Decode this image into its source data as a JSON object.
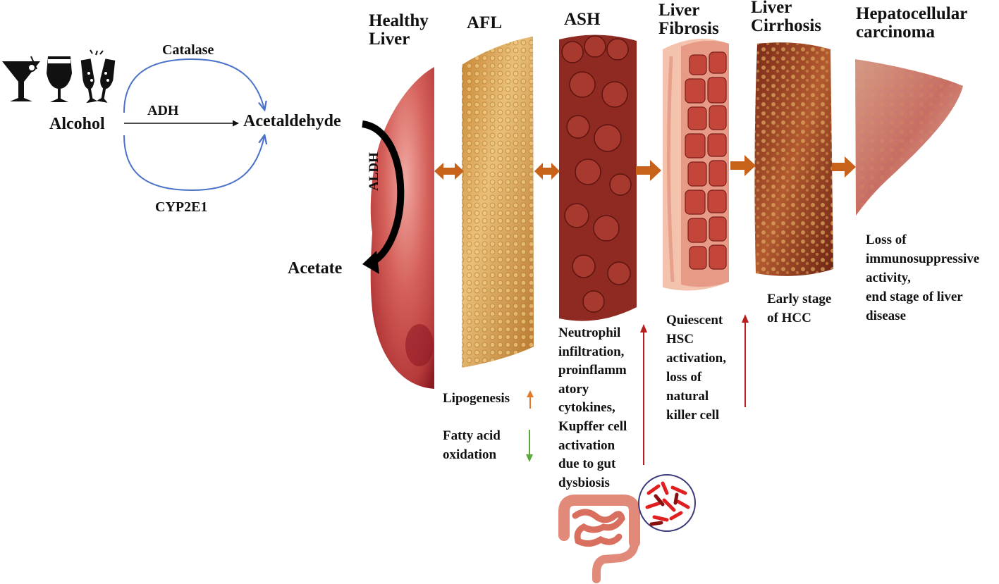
{
  "metabolism": {
    "substrate": "Alcohol",
    "product": "Acetaldehyde",
    "end_product": "Acetate",
    "enzymes": {
      "top": "Catalase",
      "middle": "ADH",
      "bottom": "CYP2E1",
      "aldh": "ALDH"
    }
  },
  "stages": [
    {
      "title_lines": [
        "Healthy",
        "Liver"
      ]
    },
    {
      "title_lines": [
        "AFL"
      ]
    },
    {
      "title_lines": [
        "ASH"
      ]
    },
    {
      "title_lines": [
        "Liver",
        "Fibrosis"
      ]
    },
    {
      "title_lines": [
        "Liver",
        "Cirrhosis"
      ]
    },
    {
      "title_lines": [
        "Hepatocellular",
        "carcinoma"
      ]
    }
  ],
  "notes": {
    "afl": {
      "line1": "Lipogenesis",
      "line2a": "Fatty acid",
      "line2b": "oxidation"
    },
    "ash": [
      "Neutrophil",
      "infiltration,",
      "proinflamm",
      "atory",
      "cytokines,",
      "Kupffer cell",
      "activation",
      "due to gut",
      "dysbiosis"
    ],
    "fibrosis": [
      "Quiescent",
      "HSC",
      "activation,",
      "loss of",
      "natural",
      "killer cell"
    ],
    "cirrhosis": [
      "Early stage",
      "of HCC"
    ],
    "hcc": [
      "Loss of",
      "immunosuppressive",
      "activity,",
      "end stage of liver",
      "disease"
    ]
  },
  "colors": {
    "pathway_arcs": "#4a72c9",
    "stage_arrows": "#c8611a",
    "increase_arrow": "#e07a2a",
    "decrease_arrow": "#5aaa3a",
    "activation_arrows": "#b81e1e",
    "healthy_liver": "#c94848",
    "afl_tissue": "#d9a04a",
    "ash_tissue": "#8e2a22",
    "fibrosis_tissue": "#c44a3c",
    "cirrhosis_tissue": "#9a3a22",
    "hcc_tissue": "#d89088"
  },
  "icons": [
    "cocktail-glass-icon",
    "wine-glass-icon",
    "champagne-toast-icon",
    "intestine-icon",
    "gut-bacteria-icon"
  ]
}
